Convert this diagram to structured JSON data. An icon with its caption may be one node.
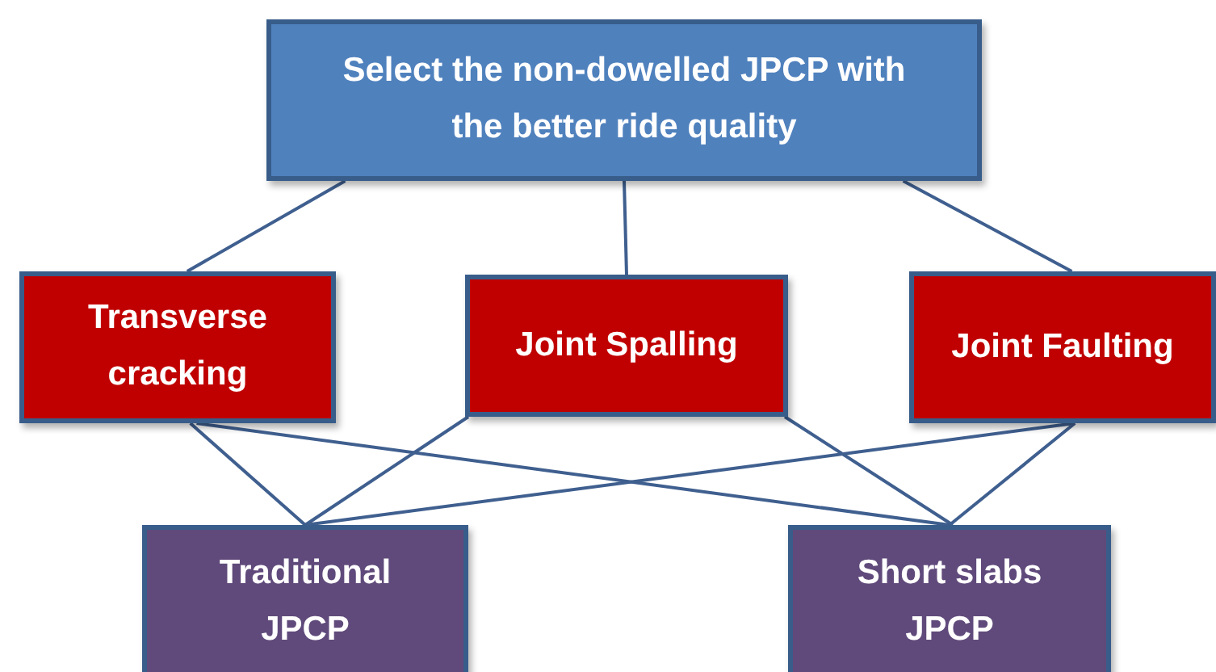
{
  "diagram": {
    "nodes": [
      {
        "text": [
          "Select the non-dowelled JPCP with the better ride quality"
        ]
      },
      {
        "text": [
          "Transverse cracking"
        ]
      },
      {
        "text": [
          "Joint Spalling"
        ]
      },
      {
        "text": [
          "Joint Faulting"
        ]
      },
      {
        "text": [
          "Traditional JPCP"
        ]
      },
      {
        "text": [
          "Short slabs JPCP"
        ]
      }
    ],
    "edges": [
      {
        "from": 0,
        "to": 1,
        "arrow": "none"
      },
      {
        "from": 0,
        "to": 2,
        "arrow": "none"
      },
      {
        "from": 0,
        "to": 3,
        "arrow": "none"
      },
      {
        "from": 1,
        "to": 4,
        "arrow": "none"
      },
      {
        "from": 1,
        "to": 5,
        "arrow": "none"
      },
      {
        "from": 2,
        "to": 4,
        "arrow": "none"
      },
      {
        "from": 2,
        "to": 5,
        "arrow": "none"
      },
      {
        "from": 3,
        "to": 4,
        "arrow": "none"
      },
      {
        "from": 3,
        "to": 5,
        "arrow": "none"
      }
    ]
  }
}
